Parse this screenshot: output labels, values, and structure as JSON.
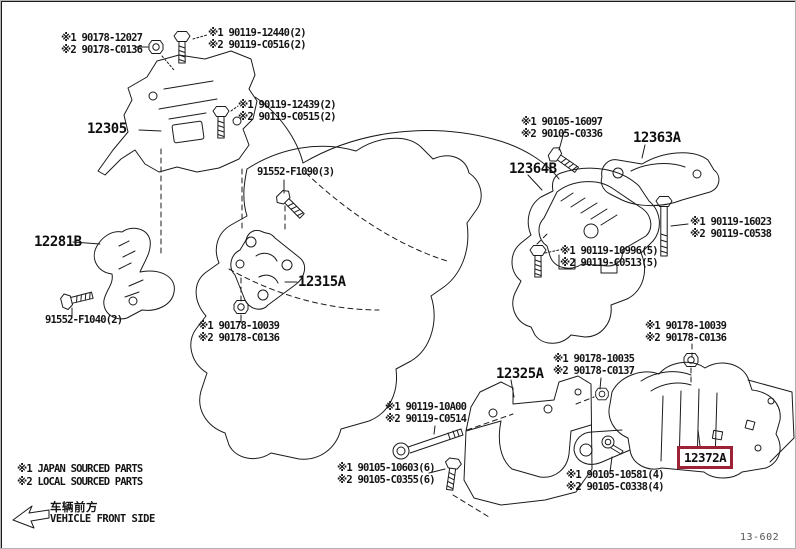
{
  "page": {
    "code": "13-602"
  },
  "legend": {
    "l1": "※1 JAPAN SOURCED PARTS",
    "l2": "※2 LOCAL SOURCED PARTS"
  },
  "front_marker": {
    "cn": "车辆前方",
    "en": "VEHICLE FRONT SIDE"
  },
  "highlight": {
    "part": "12372A",
    "color": "#9d2235"
  },
  "parts": {
    "p12305": "12305",
    "p12281B": "12281B",
    "p12315A": "12315A",
    "p12363A": "12363A",
    "p12364B": "12364B",
    "p12325A": "12325A",
    "p12372A": "12372A"
  },
  "callouts": {
    "c12027": {
      "l1": "※1 90178-12027",
      "l2": "※2 90178-C0136"
    },
    "c12440": {
      "l1": "※1 90119-12440(2)",
      "l2": "※2 90119-C0516(2)"
    },
    "c12439": {
      "l1": "※1 90119-12439(2)",
      "l2": "※2 90119-C0515(2)"
    },
    "f1090": {
      "l1": "91552-F1090(3)"
    },
    "f1040": {
      "l1": "91552-F1040(2)"
    },
    "c10039L": {
      "l1": "※1 90178-10039",
      "l2": "※2 90178-C0136"
    },
    "c16097": {
      "l1": "※1 90105-16097",
      "l2": "※2 90105-C0336"
    },
    "c16023": {
      "l1": "※1 90119-16023",
      "l2": "※2 90119-C0538"
    },
    "c10996": {
      "l1": "※1 90119-10996(5)",
      "l2": "※2 90119-C0513(5)"
    },
    "c10039R": {
      "l1": "※1 90178-10039",
      "l2": "※2 90178-C0136"
    },
    "c10035": {
      "l1": "※1 90178-10035",
      "l2": "※2 90178-C0137"
    },
    "c10A00": {
      "l1": "※1 90119-10A00",
      "l2": "※2 90119-C0514"
    },
    "c10603": {
      "l1": "※1 90105-10603(6)",
      "l2": "※2 90105-C0355(6)"
    },
    "c10581": {
      "l1": "※1 90105-10581(4)",
      "l2": "※2 90105-C0338(4)"
    }
  }
}
